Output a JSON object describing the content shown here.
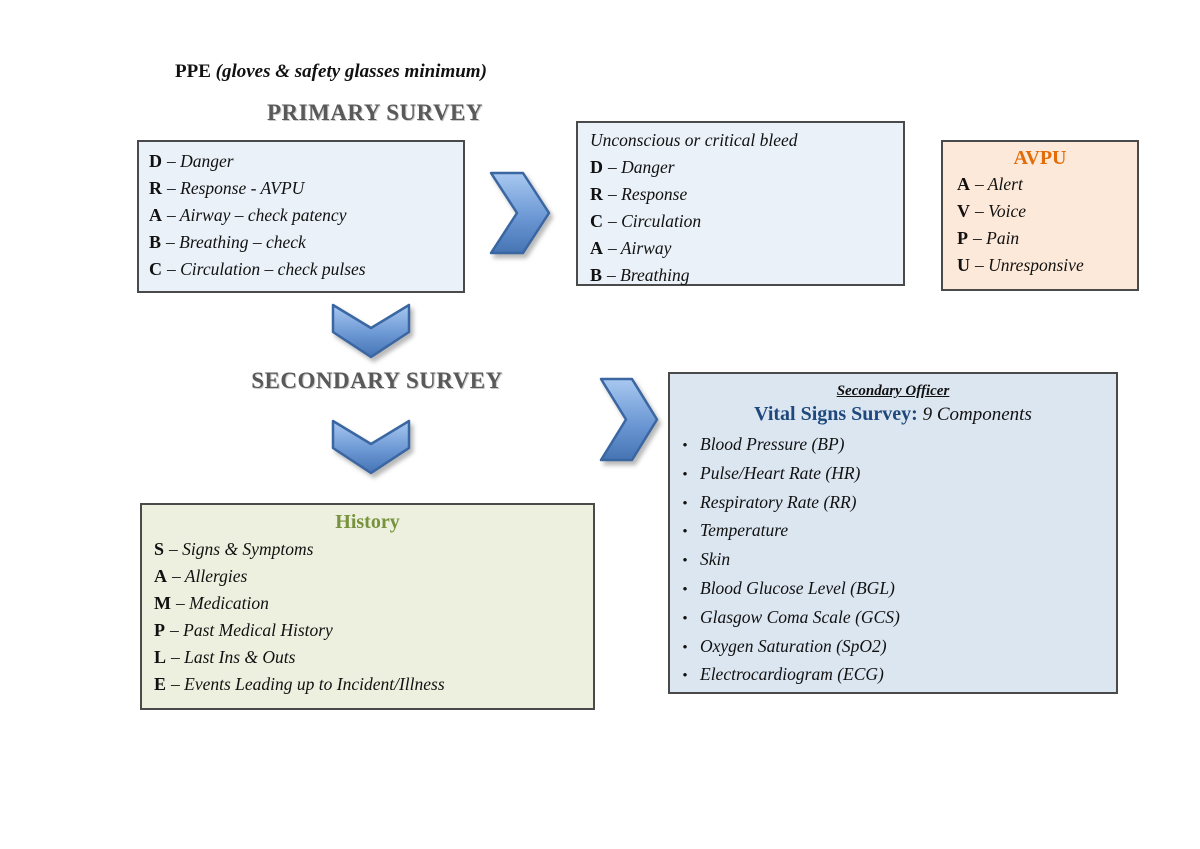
{
  "ppe": {
    "label": "PPE",
    "detail": " (gloves & safety glasses minimum)"
  },
  "primary": {
    "title": "PRIMARY SURVEY",
    "items": [
      {
        "letter": "D",
        "text": "– Danger"
      },
      {
        "letter": "R",
        "text": "– Response - AVPU"
      },
      {
        "letter": "A",
        "text": "– Airway – check patency"
      },
      {
        "letter": "B",
        "text": "– Breathing – check"
      },
      {
        "letter": "C",
        "text": "– Circulation – check pulses"
      }
    ]
  },
  "unconscious": {
    "heading": "Unconscious or critical bleed",
    "items": [
      {
        "letter": "D",
        "text": "– Danger"
      },
      {
        "letter": "R",
        "text": "– Response"
      },
      {
        "letter": "C",
        "text": "– Circulation"
      },
      {
        "letter": "A",
        "text": "– Airway"
      },
      {
        "letter": "B",
        "text": "– Breathing"
      }
    ]
  },
  "avpu": {
    "title": "AVPU",
    "items": [
      {
        "letter": "A",
        "text": "– Alert"
      },
      {
        "letter": "V",
        "text": "– Voice"
      },
      {
        "letter": "P",
        "text": "– Pain"
      },
      {
        "letter": "U",
        "text": "– Unresponsive"
      }
    ]
  },
  "secondary": {
    "title": "SECONDARY SURVEY"
  },
  "history": {
    "title": "History",
    "items": [
      {
        "letter": "S",
        "text": "– Signs & Symptoms"
      },
      {
        "letter": "A",
        "text": "– Allergies"
      },
      {
        "letter": "M",
        "text": "– Medication"
      },
      {
        "letter": "P",
        "text": "– Past Medical History"
      },
      {
        "letter": "L",
        "text": "– Last Ins & Outs"
      },
      {
        "letter": "E",
        "text": "– Events Leading up to Incident/Illness"
      }
    ]
  },
  "vitals": {
    "subtitle": "Secondary Officer",
    "title": "Vital Signs Survey:",
    "title_suffix": " 9 Components",
    "bullet": "•",
    "items": [
      "Blood Pressure (BP)",
      "Pulse/Heart Rate (HR)",
      "Respiratory Rate (RR)",
      "Temperature",
      "Skin",
      "Blood Glucose Level (BGL)",
      "Glasgow Coma Scale (GCS)",
      "Oxygen Saturation (SpO2)",
      "Electrocardiogram (ECG)"
    ]
  },
  "colors": {
    "box_blue_light": "#EAF1F8",
    "box_blue": "#DCE6F1",
    "box_peach": "#FDE9D9",
    "box_olive": "#EDF0DF",
    "border": "#4A4A4A",
    "title_gray": "#595959",
    "avpu_orange": "#E36C0A",
    "history_green": "#76923C",
    "vitals_blue": "#1F497D",
    "chevron_light": "#A8C8F0",
    "chevron_dark": "#4674B4",
    "chevron_border": "#3A66A2"
  }
}
